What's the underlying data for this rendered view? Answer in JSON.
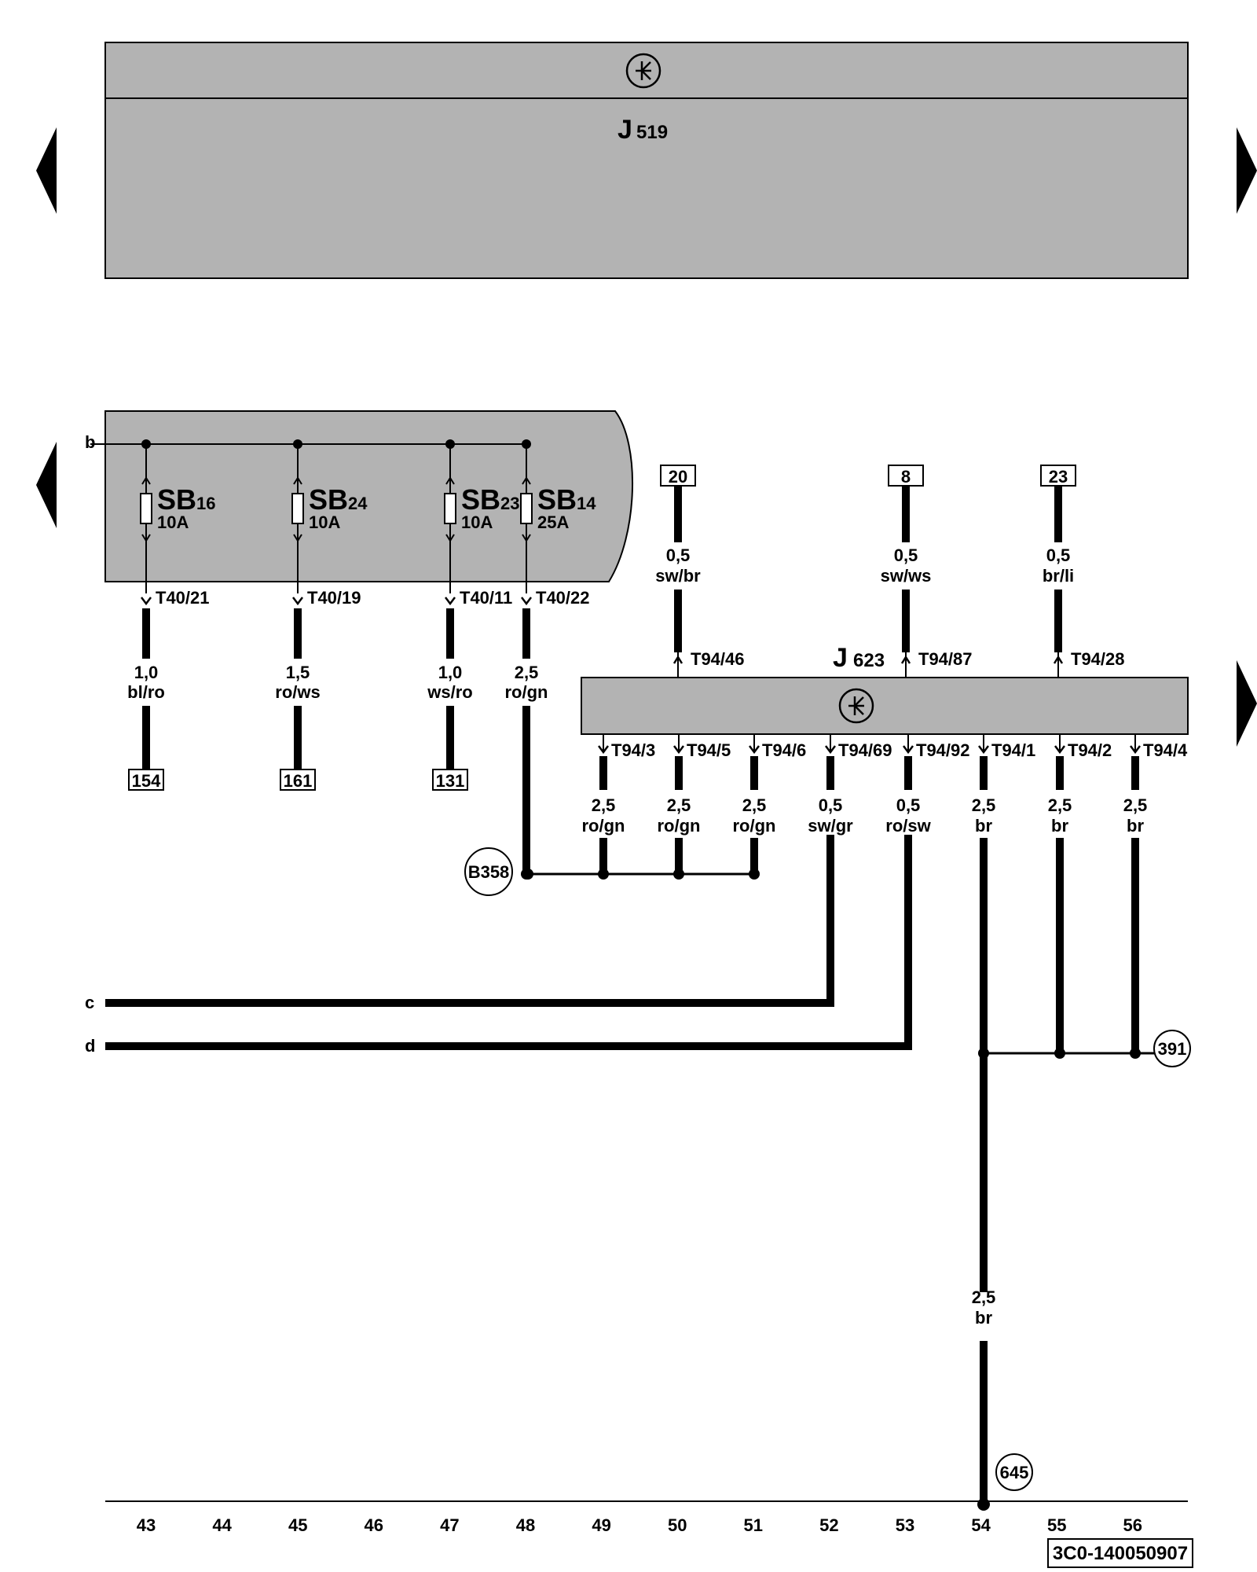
{
  "components": {
    "j519": {
      "main": "J",
      "sub": "519"
    },
    "j623": {
      "main": "J",
      "sub": "623"
    }
  },
  "fuses": [
    {
      "main": "SB",
      "sub": "16",
      "rating": "10A"
    },
    {
      "main": "SB",
      "sub": "24",
      "rating": "10A"
    },
    {
      "main": "SB",
      "sub": "23",
      "rating": "10A"
    },
    {
      "main": "SB",
      "sub": "14",
      "rating": "25A"
    }
  ],
  "side_labels": {
    "b": "b",
    "c": "c",
    "d": "d"
  },
  "fuse_pins": [
    "T40/21",
    "T40/19",
    "T40/11",
    "T40/22"
  ],
  "fuse_wires": [
    {
      "size": "1,0",
      "color": "bl/ro"
    },
    {
      "size": "1,5",
      "color": "ro/ws"
    },
    {
      "size": "1,0",
      "color": "ws/ro"
    },
    {
      "size": "2,5",
      "color": "ro/gn"
    }
  ],
  "fuse_refs": [
    "154",
    "161",
    "131"
  ],
  "top_refs": [
    "20",
    "8",
    "23"
  ],
  "top_wires": [
    {
      "size": "0,5",
      "color": "sw/br"
    },
    {
      "size": "0,5",
      "color": "sw/ws"
    },
    {
      "size": "0,5",
      "color": "br/li"
    }
  ],
  "top_pins": [
    "T94/46",
    "T94/87",
    "T94/28"
  ],
  "bottom_pins": [
    "T94/3",
    "T94/5",
    "T94/6",
    "T94/69",
    "T94/92",
    "T94/1",
    "T94/2",
    "T94/4"
  ],
  "bottom_wires": [
    {
      "size": "2,5",
      "color": "ro/gn"
    },
    {
      "size": "2,5",
      "color": "ro/gn"
    },
    {
      "size": "2,5",
      "color": "ro/gn"
    },
    {
      "size": "0,5",
      "color": "sw/gr"
    },
    {
      "size": "0,5",
      "color": "ro/sw"
    },
    {
      "size": "2,5",
      "color": "br"
    },
    {
      "size": "2,5",
      "color": "br"
    },
    {
      "size": "2,5",
      "color": "br"
    }
  ],
  "ground_wire": {
    "size": "2,5",
    "color": "br"
  },
  "connection_points": {
    "b358": "B358",
    "p391": "391",
    "p645": "645"
  },
  "columns": [
    "43",
    "44",
    "45",
    "46",
    "47",
    "48",
    "49",
    "50",
    "51",
    "52",
    "53",
    "54",
    "55",
    "56"
  ],
  "diagram_ref": "3C0-140050907"
}
